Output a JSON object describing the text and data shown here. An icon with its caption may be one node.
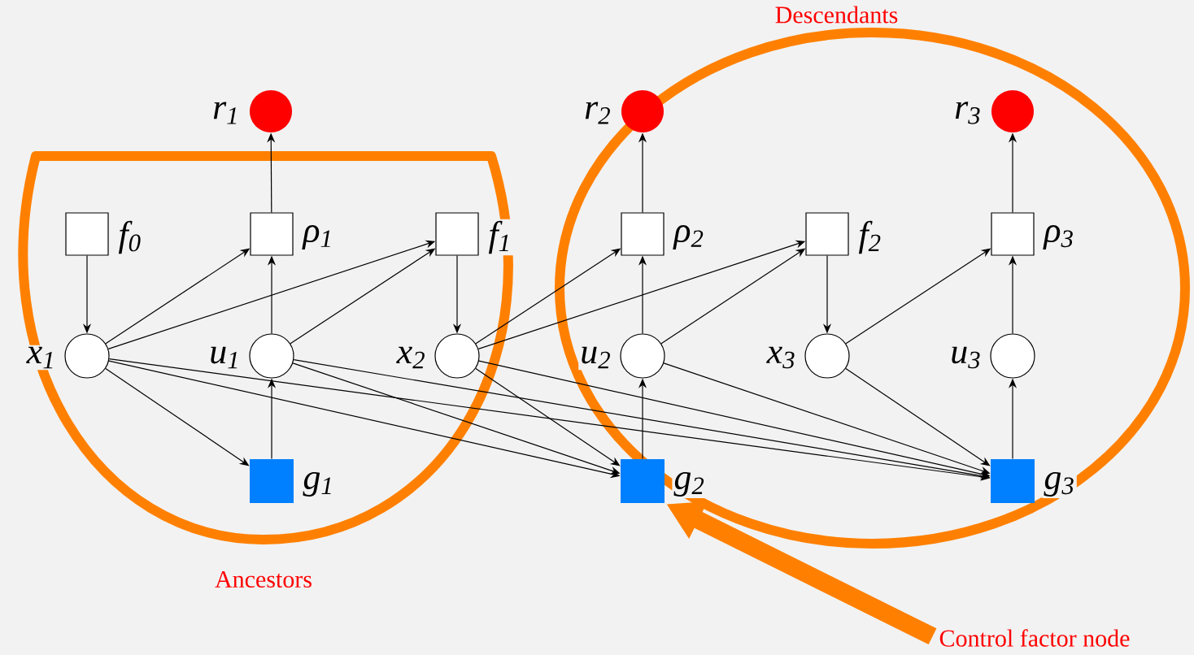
{
  "diagram": {
    "nodes": [
      {
        "text": [
          "Descendants"
        ]
      },
      {
        "text": [],
        "shape": "circle",
        "beside": [
          "r$_{1}$"
        ]
      },
      {
        "text": [],
        "shape": "circle",
        "beside": [
          "r$_{2}$"
        ],
        "in": 0
      },
      {
        "text": [],
        "shape": "circle",
        "beside": [
          "r$_{3}$"
        ],
        "in": 0
      },
      {
        "text": [
          "Ancestors"
        ]
      },
      {
        "text": [],
        "shape": "box",
        "beside": [
          "f$_{0}$"
        ],
        "in": 4
      },
      {
        "text": [],
        "shape": "box",
        "beside": [
          "ρ$_{1}$"
        ],
        "in": 4
      },
      {
        "text": [],
        "shape": "box",
        "beside": [
          "f$_{1}$"
        ],
        "in": 4
      },
      {
        "text": [],
        "shape": "box",
        "beside": [
          "ρ$_{2}$"
        ],
        "in": 0
      },
      {
        "text": [],
        "shape": "box",
        "beside": [
          "f$_{2}$"
        ],
        "in": 0
      },
      {
        "text": [],
        "shape": "box",
        "beside": [
          "ρ$_{3}$"
        ],
        "in": 0
      },
      {
        "text": [],
        "shape": "circle",
        "beside": [
          "x$_{1}$"
        ],
        "in": 4
      },
      {
        "text": [],
        "shape": "circle",
        "beside": [
          "u$_{1}$"
        ],
        "in": 4
      },
      {
        "text": [],
        "shape": "circle",
        "beside": [
          "x$_{2}$"
        ],
        "in": 4
      },
      {
        "text": [],
        "shape": "circle",
        "beside": [
          "u$_{2}$"
        ],
        "in": 0
      },
      {
        "text": [],
        "shape": "circle",
        "beside": [
          "x$_{3}$"
        ],
        "in": 0
      },
      {
        "text": [],
        "shape": "circle",
        "beside": [
          "u$_{3}$"
        ],
        "in": 0
      },
      {
        "text": [],
        "shape": "box",
        "beside": [
          "g$_{1}$"
        ],
        "in": 4
      },
      {
        "text": [],
        "shape": "box",
        "beside": [
          "g$_{2}$"
        ]
      },
      {
        "text": [],
        "shape": "box",
        "beside": [
          "g$_{3}$"
        ],
        "in": 0
      },
      {
        "text": [
          "Control factor node"
        ]
      }
    ],
    "edges": [
      {
        "from": 5,
        "to": 11,
        "arrow": "to"
      },
      {
        "from": 11,
        "to": 6,
        "arrow": "to"
      },
      {
        "from": 11,
        "to": 7,
        "arrow": "to"
      },
      {
        "from": 11,
        "to": 17,
        "arrow": "to"
      },
      {
        "from": 11,
        "to": 18,
        "arrow": "to"
      },
      {
        "from": 11,
        "to": 19,
        "arrow": "to"
      },
      {
        "from": 6,
        "to": 1,
        "arrow": "to"
      },
      {
        "from": 17,
        "to": 12,
        "arrow": "to"
      },
      {
        "from": 12,
        "to": 6,
        "arrow": "to"
      },
      {
        "from": 12,
        "to": 7,
        "arrow": "to"
      },
      {
        "from": 12,
        "to": 18,
        "arrow": "to"
      },
      {
        "from": 12,
        "to": 19,
        "arrow": "to"
      },
      {
        "from": 7,
        "to": 13,
        "arrow": "to"
      },
      {
        "from": 13,
        "to": 8,
        "arrow": "to"
      },
      {
        "from": 13,
        "to": 9,
        "arrow": "to"
      },
      {
        "from": 13,
        "to": 18,
        "arrow": "to"
      },
      {
        "from": 13,
        "to": 19,
        "arrow": "to"
      },
      {
        "from": 8,
        "to": 2,
        "arrow": "to"
      },
      {
        "from": 18,
        "to": 14,
        "arrow": "to"
      },
      {
        "from": 14,
        "to": 8,
        "arrow": "to"
      },
      {
        "from": 14,
        "to": 9,
        "arrow": "to"
      },
      {
        "from": 14,
        "to": 19,
        "arrow": "to"
      },
      {
        "from": 9,
        "to": 15,
        "arrow": "to"
      },
      {
        "from": 15,
        "to": 10,
        "arrow": "to"
      },
      {
        "from": 15,
        "to": 19,
        "arrow": "to"
      },
      {
        "from": 19,
        "to": 16,
        "arrow": "to"
      },
      {
        "from": 16,
        "to": 10,
        "arrow": "to"
      },
      {
        "from": 10,
        "to": 3,
        "arrow": "to"
      },
      {
        "from": 20,
        "to": 18,
        "arrow": "to",
        "style": "thick",
        "color": "#ff8000"
      }
    ]
  }
}
